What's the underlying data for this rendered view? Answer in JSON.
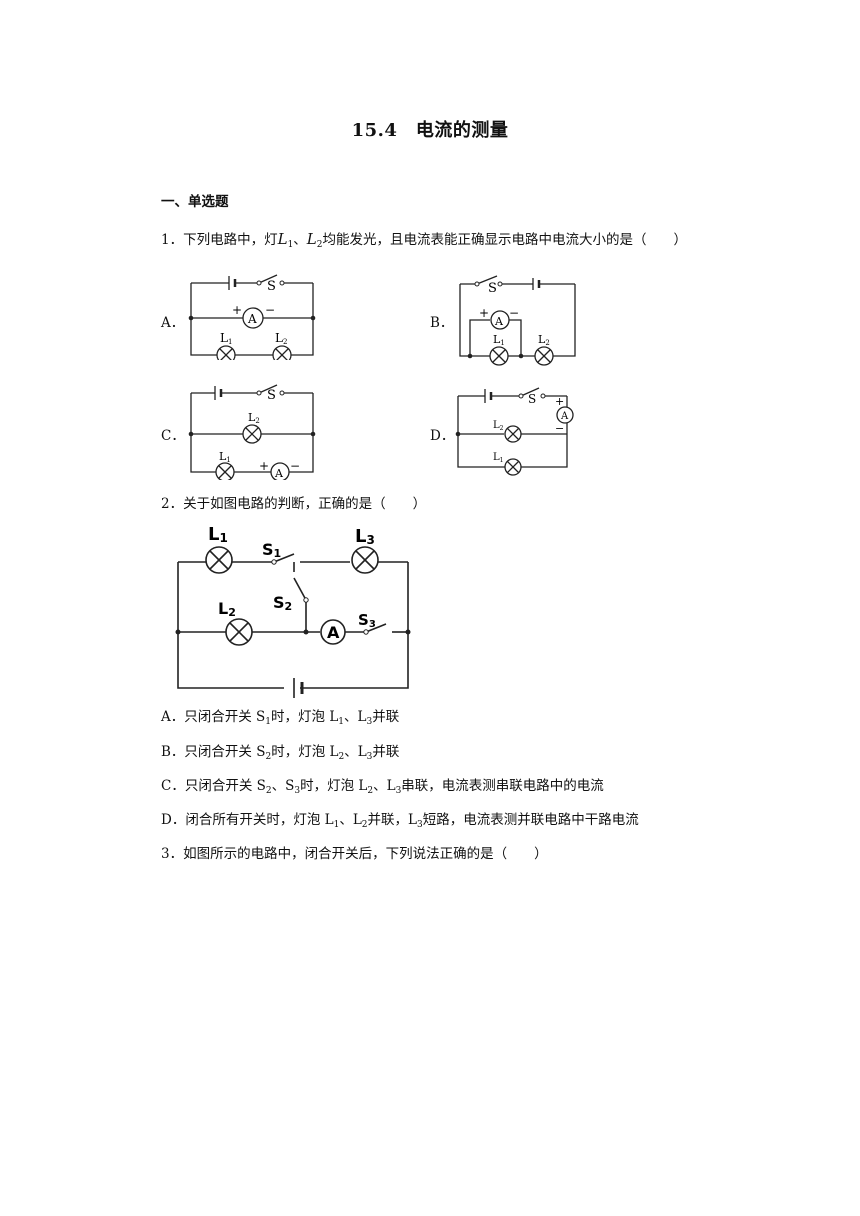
{
  "title": "15.4　电流的测量",
  "section": "一、单选题",
  "q1": {
    "num": "1．",
    "pre": "下列电路中，灯",
    "l1": "L",
    "l1_sub": "1",
    "sep": "、",
    "l2": "L",
    "l2_sub": "2",
    "post": "均能发光，且电流表能正确显示电路中电流大小的是（　　）",
    "options": [
      "A．",
      "B．",
      "C．",
      "D．"
    ]
  },
  "q2": {
    "stem": "2．关于如图电路的判断，正确的是（　　）",
    "options": [
      {
        "pre": "A．只闭合开关 S",
        "s1": "1",
        "mid1": "时，灯泡 L",
        "s2": "1",
        "mid2": "、L",
        "s3": "3",
        "post": "并联"
      },
      {
        "pre": "B．只闭合开关 S",
        "s1": "2",
        "mid1": "时，灯泡 L",
        "s2": "2",
        "mid2": "、L",
        "s3": "3",
        "post": "并联"
      },
      {
        "pre": "C．只闭合开关 S",
        "s1": "2",
        "mid1": "、S",
        "s2": "3",
        "mid2": "时，灯泡 L",
        "s3": "2",
        "mid3": "、L",
        "s4": "3",
        "post": "串联，电流表测串联电路中的电流"
      },
      {
        "pre": "D．闭合所有开关时，灯泡 L",
        "s1": "1",
        "mid1": "、L",
        "s2": "2",
        "mid2": "并联，L",
        "s3": "3",
        "post": "短路，电流表测并联电路中干路电流"
      }
    ]
  },
  "q3": {
    "stem": "3．如图所示的电路中，闭合开关后，下列说法正确的是（　　）"
  },
  "diagram_labels": {
    "S": "S",
    "A": "A",
    "plus": "+",
    "minus": "−",
    "L": "L",
    "sub1": "1",
    "sub2": "2",
    "sub3": "3",
    "S_big": "S"
  }
}
